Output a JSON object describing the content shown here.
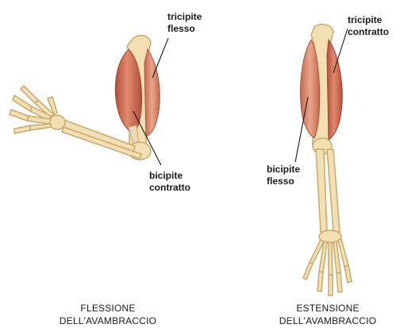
{
  "left_figure": {
    "triceps_label": [
      "tricipite",
      "flesso"
    ],
    "biceps_label": [
      "bicipite",
      "contratto"
    ],
    "caption": [
      "FLESSIONE",
      "DELL'AVAMBRACCIO"
    ]
  },
  "right_figure": {
    "triceps_label": [
      "tricipite",
      "contratto"
    ],
    "biceps_label": [
      "bicipite",
      "flesso"
    ],
    "caption": [
      "ESTENSIONE",
      "DELL'AVAMBRACCIO"
    ]
  },
  "colors": {
    "bone": "#f3dfb4",
    "bone_outline": "#c9a86a",
    "muscle": "#d9785e",
    "muscle_dark": "#b2503c",
    "tendon": "#ead7b8",
    "leader_line": "#1a1a1a"
  }
}
